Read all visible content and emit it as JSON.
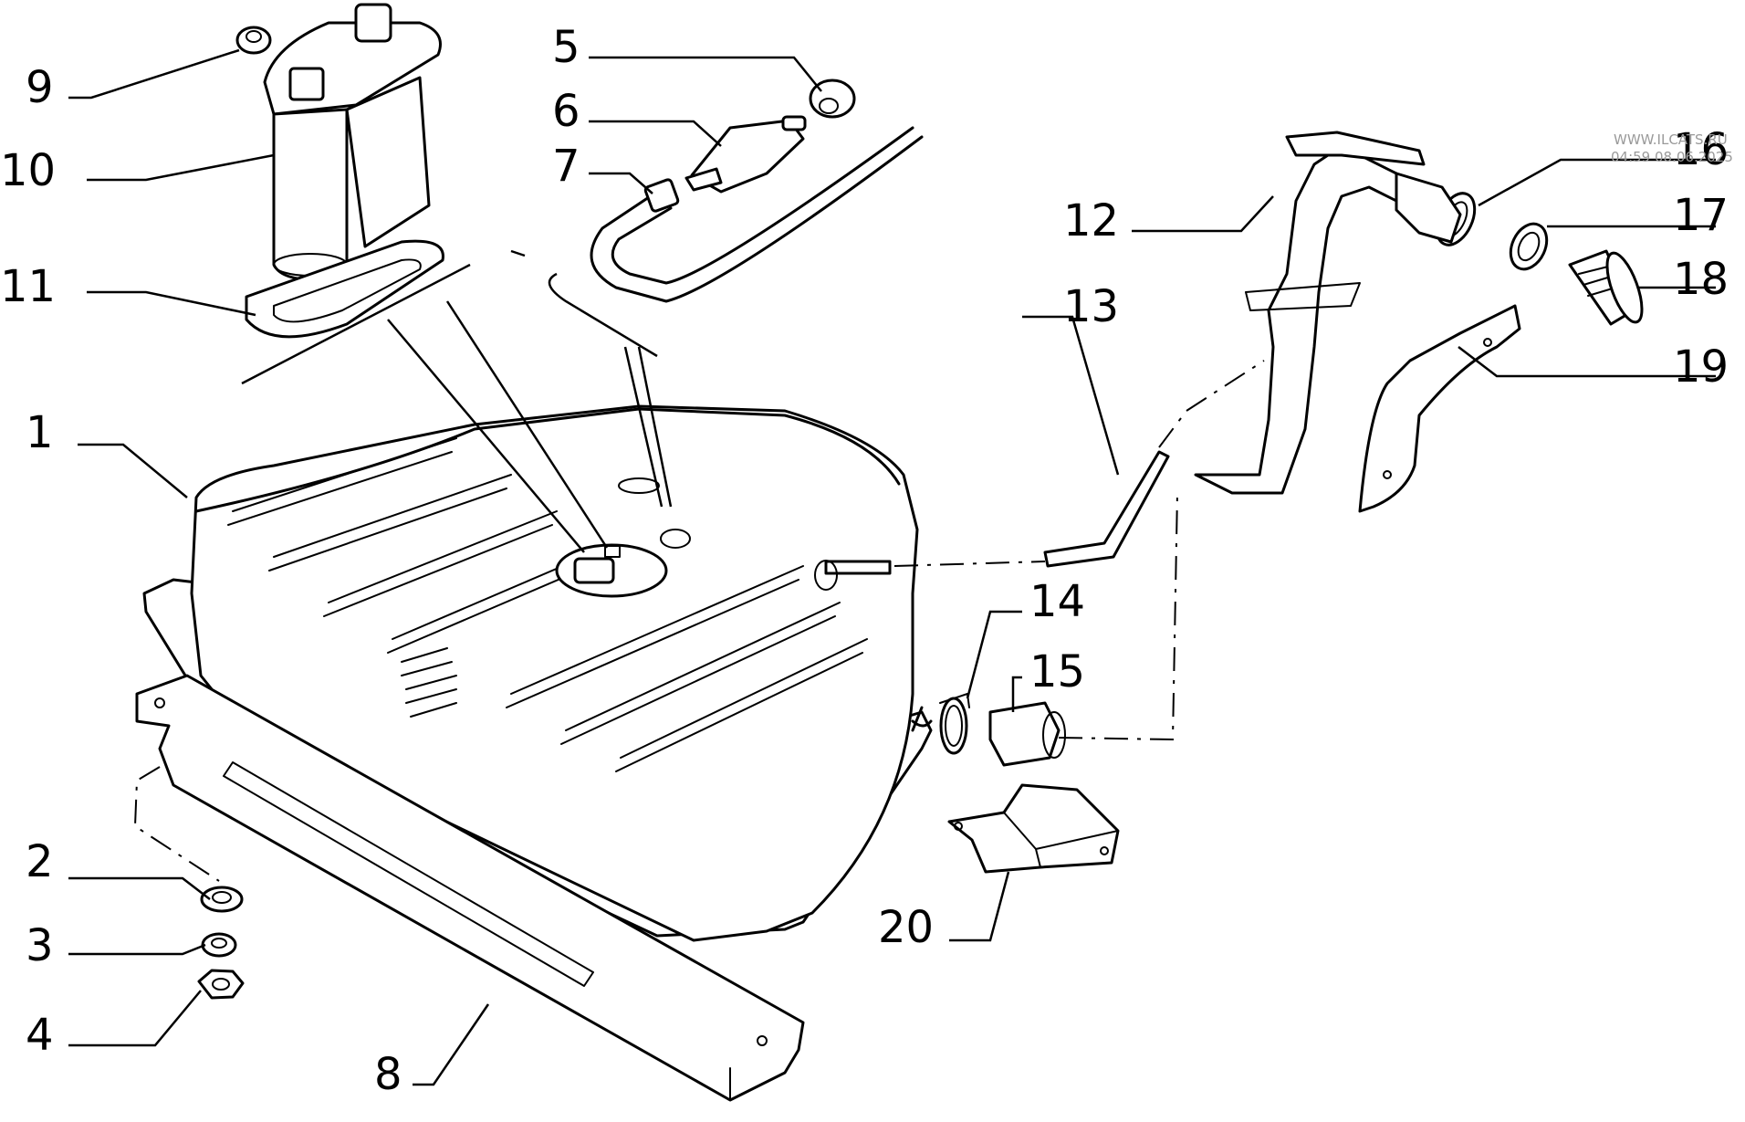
{
  "watermark": {
    "site": "WWW.ILCATS.RU",
    "timestamp": "04:59 08.06.2025"
  },
  "callouts": [
    {
      "id": "1",
      "label": "1"
    },
    {
      "id": "2",
      "label": "2"
    },
    {
      "id": "3",
      "label": "3"
    },
    {
      "id": "4",
      "label": "4"
    },
    {
      "id": "5",
      "label": "5"
    },
    {
      "id": "6",
      "label": "6"
    },
    {
      "id": "7",
      "label": "7"
    },
    {
      "id": "8",
      "label": "8"
    },
    {
      "id": "9",
      "label": "9"
    },
    {
      "id": "10",
      "label": "10"
    },
    {
      "id": "11",
      "label": "11"
    },
    {
      "id": "12",
      "label": "12"
    },
    {
      "id": "13",
      "label": "13"
    },
    {
      "id": "14",
      "label": "14"
    },
    {
      "id": "15",
      "label": "15"
    },
    {
      "id": "16",
      "label": "16"
    },
    {
      "id": "17",
      "label": "17"
    },
    {
      "id": "18",
      "label": "18"
    },
    {
      "id": "19",
      "label": "19"
    },
    {
      "id": "20",
      "label": "20"
    }
  ]
}
